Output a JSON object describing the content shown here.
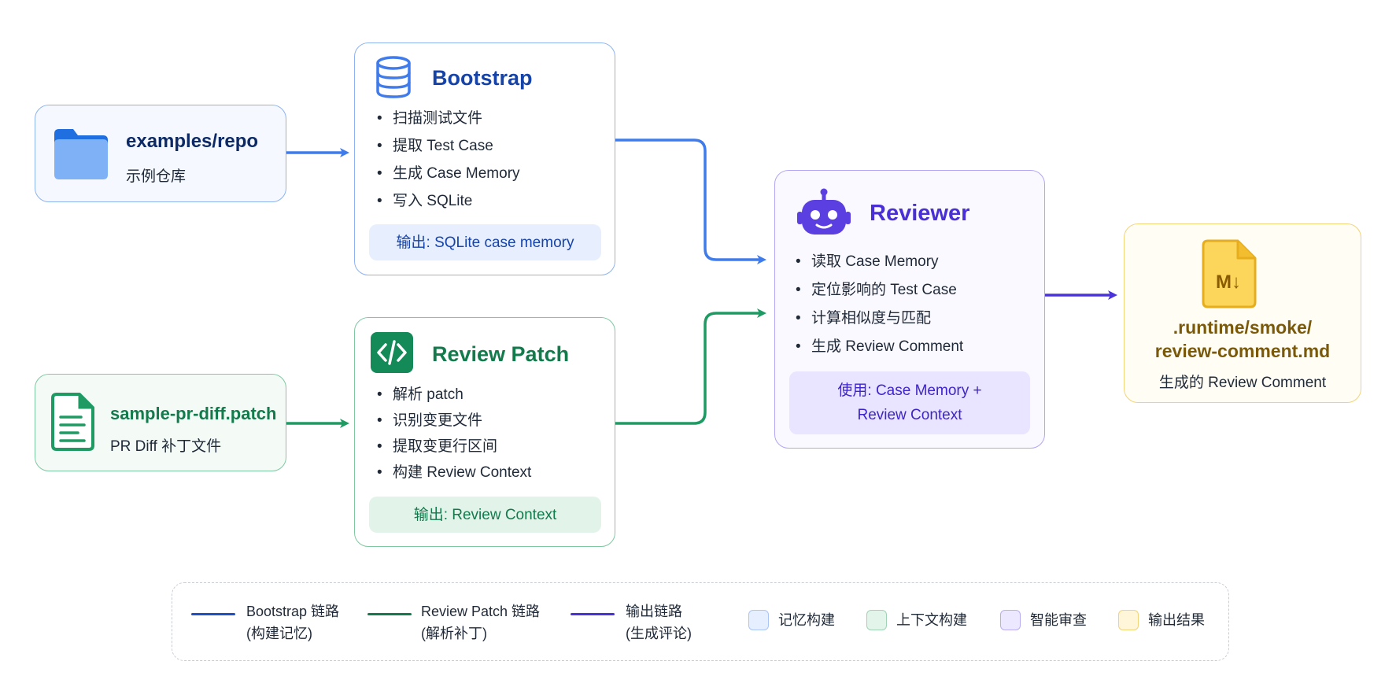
{
  "nodes": {
    "repo": {
      "title": "examples/repo",
      "subtitle": "示例仓库"
    },
    "patch_file": {
      "title": "sample-pr-diff.patch",
      "subtitle": "PR Diff 补丁文件"
    },
    "bootstrap": {
      "title": "Bootstrap",
      "items": [
        "扫描测试文件",
        "提取 Test Case",
        "生成 Case Memory",
        "写入 SQLite"
      ],
      "output": "输出: SQLite case memory"
    },
    "review_patch": {
      "title": "Review Patch",
      "items": [
        "解析 patch",
        "识别变更文件",
        "提取变更行区间",
        "构建 Review Context"
      ],
      "output": "输出: Review Context"
    },
    "reviewer": {
      "title": "Reviewer",
      "items": [
        "读取 Case Memory",
        "定位影响的 Test Case",
        "计算相似度与匹配",
        "生成 Review Comment"
      ],
      "uses_line1": "使用: Case Memory +",
      "uses_line2": "Review Context"
    },
    "output": {
      "md_glyph": "M↓",
      "title_line1": ".runtime/smoke/",
      "title_line2": "review-comment.md",
      "subtitle": "生成的 Review Comment"
    }
  },
  "legend": {
    "lines": [
      {
        "line1": "Bootstrap 链路",
        "line2": "(构建记忆)",
        "color": "#1d4fc7"
      },
      {
        "line1": "Review Patch 链路",
        "line2": "(解析补丁)",
        "color": "#137a4c"
      },
      {
        "line1": "输出链路",
        "line2": "(生成评论)",
        "color": "#4731db"
      }
    ],
    "swatches": [
      {
        "label": "记忆构建",
        "fill": "#e6efff",
        "border": "#a9c4f5"
      },
      {
        "label": "上下文构建",
        "fill": "#e3f4ea",
        "border": "#9fd3b4"
      },
      {
        "label": "智能审查",
        "fill": "#ece8ff",
        "border": "#b9adf2"
      },
      {
        "label": "输出结果",
        "fill": "#fff5d8",
        "border": "#f1d37a"
      }
    ]
  },
  "colors": {
    "blue": "#3f7bea",
    "green": "#1f9a63",
    "purple": "#4a33db",
    "gold": "#7a5a0a"
  }
}
